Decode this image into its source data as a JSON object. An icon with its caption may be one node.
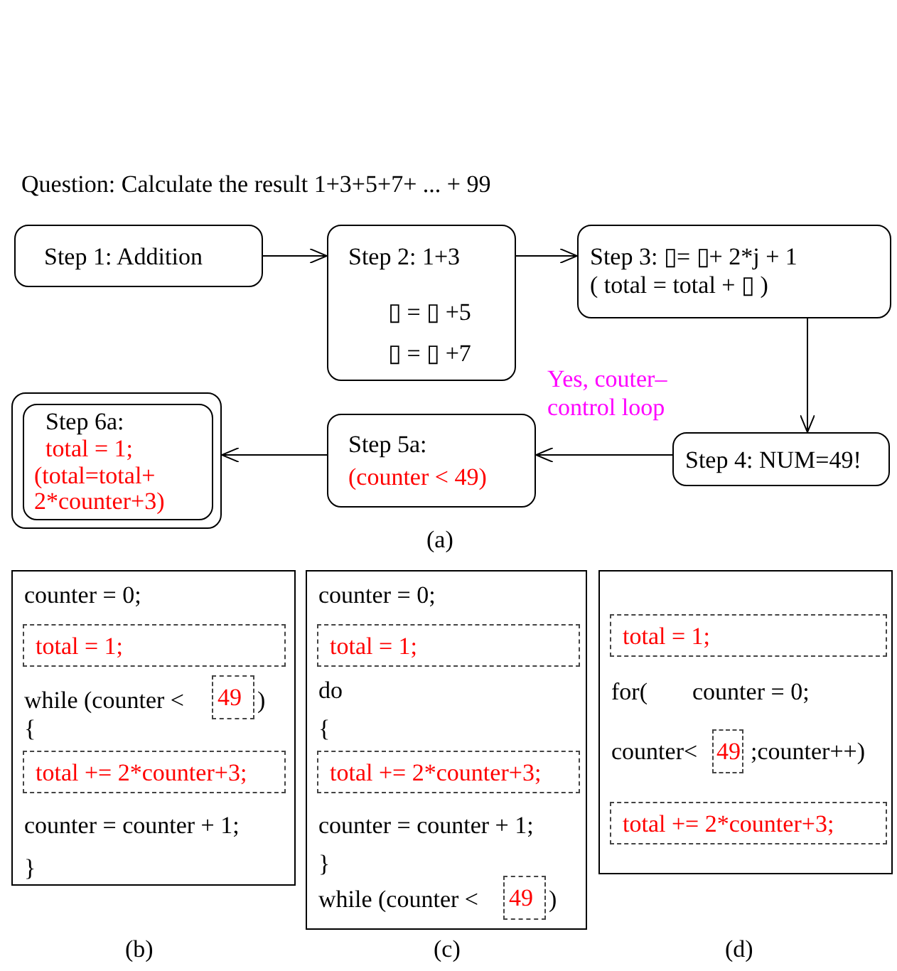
{
  "diagram": {
    "title": "Question: Calculate the result 1+3+5+7+ ... + 99",
    "nodes": [
      {
        "text": [
          "Step 1: Addition"
        ]
      },
      {
        "text": [
          "Step 2: 1+3",
          "▯ = ▯ +5",
          "▯ = ▯ +7"
        ]
      },
      {
        "text": [
          "Step 3: ▯= ▯+ 2*j + 1",
          "( total = total + ▯ )"
        ]
      },
      {
        "text": [
          "Step 4: NUM=49!"
        ]
      },
      {
        "text": [
          "Step 5a:",
          "(counter < 49)"
        ]
      },
      {
        "text": [],
        "shape": "box"
      },
      {
        "text": [
          "Step 6a:",
          "total = 1;",
          "(total=total+ 2*counter+3)"
        ],
        "in": 5
      },
      {
        "text": [
          "counter = 0;",
          "while (counter <",
          ")",
          "{",
          "counter = counter + 1;",
          "}"
        ]
      },
      {
        "text": [
          "total = 1;"
        ],
        "in": 7
      },
      {
        "text": [
          "49"
        ],
        "in": 7
      },
      {
        "text": [
          "total += 2*counter+3;"
        ],
        "in": 7
      },
      {
        "text": [
          "counter = 0;",
          "do",
          "{",
          "counter = counter + 1;",
          "}",
          "while (counter <",
          ")"
        ]
      },
      {
        "text": [
          "total = 1;"
        ],
        "in": 11
      },
      {
        "text": [
          "total += 2*counter+3;"
        ],
        "in": 11
      },
      {
        "text": [
          "49"
        ],
        "in": 11
      },
      {
        "text": [
          "for(",
          "counter = 0;",
          "counter<",
          ";counter++)"
        ]
      },
      {
        "text": [
          "total = 1;"
        ],
        "in": 15
      },
      {
        "text": [
          "49"
        ],
        "in": 15
      },
      {
        "text": [
          "total += 2*counter+3;"
        ],
        "in": 15
      }
    ],
    "edges": [
      {
        "from": 0,
        "to": 1,
        "arrow": "to"
      },
      {
        "from": 1,
        "to": 2,
        "arrow": "to"
      },
      {
        "from": 2,
        "to": 3,
        "arrow": "to"
      },
      {
        "from": 3,
        "to": 4,
        "arrow": "to",
        "label": "Yes, couter– control loop"
      },
      {
        "from": 4,
        "to": 5,
        "arrow": "to"
      }
    ],
    "labels": [
      "(a)",
      "(b)",
      "(c)",
      "(d)"
    ]
  }
}
